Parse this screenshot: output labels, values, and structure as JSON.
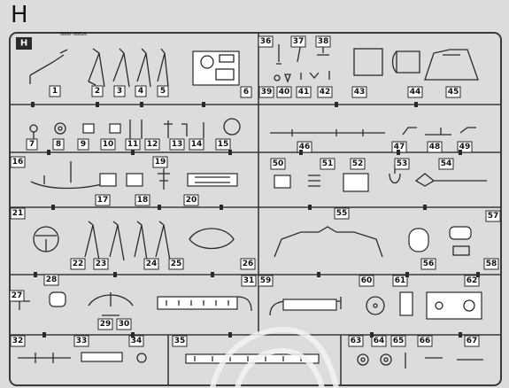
{
  "sprue": {
    "letter": "H",
    "tag": "H",
    "code": "0B60-0B620",
    "labels": [
      "1",
      "2",
      "3",
      "4",
      "5",
      "6",
      "7",
      "8",
      "9",
      "10",
      "11",
      "12",
      "13",
      "14",
      "15",
      "16",
      "17",
      "18",
      "19",
      "20",
      "21",
      "22",
      "23",
      "24",
      "25",
      "26",
      "27",
      "28",
      "29",
      "30",
      "31",
      "32",
      "33",
      "34",
      "35",
      "36",
      "37",
      "38",
      "39",
      "40",
      "41",
      "42",
      "43",
      "44",
      "45",
      "46",
      "47",
      "48",
      "49",
      "50",
      "51",
      "52",
      "53",
      "54",
      "55",
      "56",
      "57",
      "58",
      "59",
      "60",
      "61",
      "62",
      "63",
      "64",
      "65",
      "66",
      "67"
    ]
  },
  "colors": {
    "frame": "#3a3a3a",
    "background": "#dcdcda",
    "label_fill": "#ffffff"
  }
}
